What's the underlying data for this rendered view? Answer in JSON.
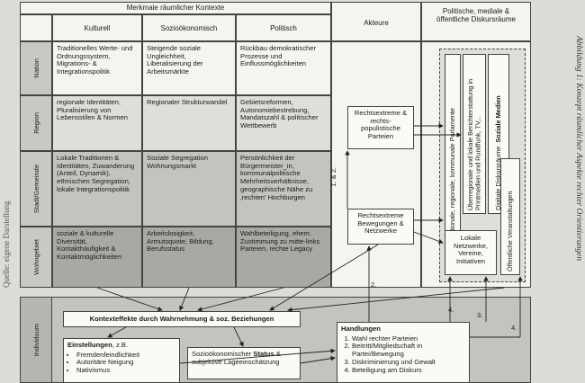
{
  "side_left": "Quelle: eigene Darstellung",
  "side_right": "Abbildung 1: Konzept räumlicher Aspekte rechter Orientierungen",
  "header": {
    "main": "Merkmale räumlicher Kontexte",
    "cols": [
      "Kulturell",
      "Sozioökonomisch",
      "Politisch"
    ],
    "akteure": "Akteure",
    "diskurs": "Politische, mediale & öffentliche Diskursräume"
  },
  "rows": [
    {
      "label": "Nation",
      "cells": [
        "Traditionelles Werte- und Ordnungssystem, Migrations- & Integrationspolitik",
        "Steigende soziale Ungleichheit, Liberalisierung der Arbeitsmärkte",
        "Rückbau demokratischer Prozesse und Einflussmöglichkeiten"
      ]
    },
    {
      "label": "Region",
      "cells": [
        "regionale Identitäten, Pluralisierung von Lebensstilen & Normen",
        "Regionaler Strukturwandel",
        "Gebietsreformen, Autonomiebestrebung, Mandatszahl & politischer Wettbewerb"
      ]
    },
    {
      "label": "Stadt/Gemeinde",
      "cells": [
        "Lokale Traditionen & Identitäten, Zuwanderung (Anteil, Dynamik), ethnischen Segregation, lokale Integrationspolitik",
        "Soziale Segregation Wohnungsmarkt",
        "Persönlichkeit der Bürgermeister_in, kommunalpolitische Mehrheitsverhältnisse, geographische Nähe zu ‚rechten' Hochburgen"
      ]
    },
    {
      "label": "Wohngebiet",
      "cells": [
        "soziale & kulturelle Diversität, Kontakthäufigkeit & Kontaktmöglichkeiten",
        "Arbeitslosigkeit, Armutsquote, Bildung, Berufsstatus",
        "Wahlbeteiligung, ehem. Zustimmung zu mitte-links Parteien, rechte Legacy"
      ]
    }
  ],
  "akteure": {
    "parteien": "Rechtsextreme & rechts-populistische Parteien",
    "bewegungen": "Rechtsextreme Bewegungen & Netzwerke",
    "lokale": "Lokale Netzwerke, Vereine, Initiativen",
    "arrow_label": "1. & 2."
  },
  "diskurs": {
    "v1": "Nationale, regionale, kommunale Parlamente",
    "v2": "Überregionale und lokale Berichterstattung in Printmedien und Rundfunk, TV,..",
    "v3": "Digitale Diskursräume",
    "v3b": "Soziale Medien",
    "v4": "Öffentliche Veranstaltungen"
  },
  "individuum": {
    "label": "Individuum",
    "kontext": "Kontexteffekte durch Wahrnehmung & soz. Beziehungen",
    "einstellungen_title": "Einstellungen",
    "einstellungen_suffix": ", z.B.",
    "einstellungen_items": [
      "Fremdenfeindlichkeit",
      "Autoritäre Neigung",
      "Nativismus"
    ],
    "status_pre": "Sozioökonomischer ",
    "status_bold": "Status",
    "status_post": " & subjektive Lageeinschätzung",
    "handlungen_title": "Handlungen",
    "handlungen_items": [
      "Wahl rechter Parteien",
      "Beitritt/Mitgliedschaft in Partei/Bewegung",
      "Diskriminierung und Gewalt",
      "Beteiligung am Diskurs"
    ],
    "num2": "2.",
    "num3": "3.",
    "num4a": "4.",
    "num4b": "4."
  }
}
